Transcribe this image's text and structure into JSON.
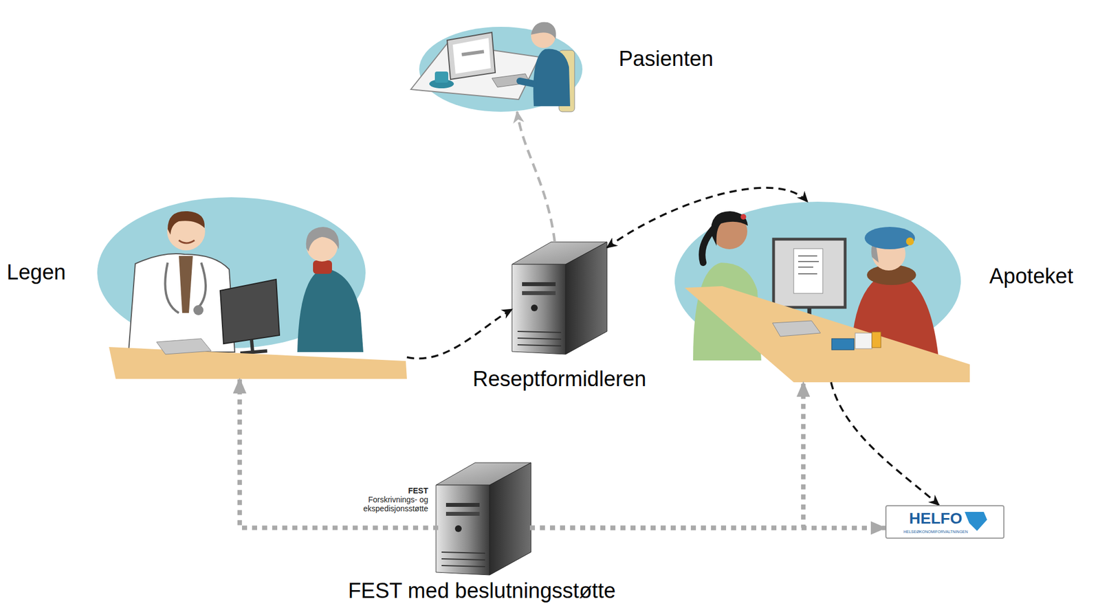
{
  "diagram": {
    "nodes": [
      {
        "text": [
          "Pasienten"
        ]
      },
      {
        "text": [
          "Legen"
        ]
      },
      {
        "text": [
          "Reseptformidleren"
        ]
      },
      {
        "text": [
          "Apoteket"
        ]
      },
      {
        "text": [
          "FEST med beslutningsstøtte",
          "FEST",
          "Forskrivnings- og ekspedisjonsstøtte"
        ]
      },
      {
        "text": [
          "HELFO",
          "HELSEØKONOMIFORVALTNINGEN"
        ]
      }
    ],
    "edges": [
      {
        "from": 1,
        "to": 2,
        "arrow": "to"
      },
      {
        "from": 2,
        "to": 0,
        "arrow": "to"
      },
      {
        "from": 2,
        "to": 3,
        "arrow": "both"
      },
      {
        "from": 3,
        "to": 5,
        "arrow": "to"
      },
      {
        "from": 4,
        "to": 1,
        "arrow": "to"
      },
      {
        "from": 4,
        "to": 3,
        "arrow": "to"
      },
      {
        "from": 4,
        "to": 5,
        "arrow": "to"
      }
    ]
  }
}
